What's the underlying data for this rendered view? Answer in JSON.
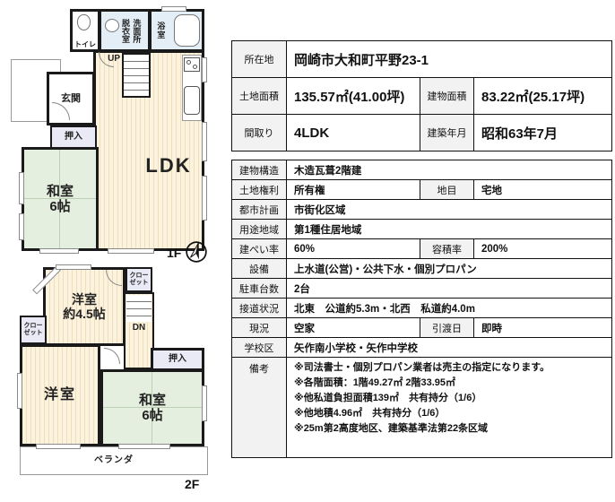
{
  "colors": {
    "wall": "#1a1a1a",
    "wood_floor": "#fbf3de",
    "wood_stripe": "#efddbb",
    "tatami_green": "#e5efdf",
    "wet_area_blue": "#e4eef6",
    "closet_lavender": "#eaeaf6",
    "table_header_bg": "#f2f2f2"
  },
  "floorplan": {
    "floor1": {
      "floor_label": "1F",
      "toilet": "トイレ",
      "dressing_room": "脱衣室",
      "washroom": "洗面所",
      "bathroom": "浴室",
      "stairs": "UP",
      "entrance": "玄関",
      "closet": "押入",
      "japanese_room_name": "和室",
      "japanese_room_size": "6帖",
      "ldk": "LDK"
    },
    "floor2": {
      "floor_label": "2F",
      "western_room_small_name": "洋室",
      "western_room_small_size": "約4.5帖",
      "closet_top": "クローゼット",
      "closet_left": "クローゼット",
      "stairs": "DN",
      "closet_oshiire": "押入",
      "western_room": "洋室",
      "japanese_room_name": "和室",
      "japanese_room_size": "6帖",
      "veranda": "ベランダ"
    }
  },
  "tables": {
    "summary": {
      "row1": {
        "label": "所在地",
        "value": "岡崎市大和町平野23-1"
      },
      "row2": {
        "label": "土地面積",
        "value": "135.57㎡(41.00坪)",
        "label2": "建物面積",
        "value2": "83.22㎡(25.17坪)"
      },
      "row3": {
        "label": "間取り",
        "value": "4LDK",
        "label2": "建築年月",
        "value2": "昭和63年7月"
      }
    },
    "details": {
      "structure": {
        "label": "建物構造",
        "value": "木造瓦葺2階建"
      },
      "land_rights": {
        "label": "土地権利",
        "value": "所有権",
        "label2": "地目",
        "value2": "宅地"
      },
      "city_planning": {
        "label": "都市計画",
        "value": "市街化区域"
      },
      "zoning": {
        "label": "用途地域",
        "value": "第1種住居地域"
      },
      "coverage": {
        "label": "建ぺい率",
        "value": "60%",
        "label2": "容積率",
        "value2": "200%"
      },
      "facilities": {
        "label": "設備",
        "value": "上水道(公営)・公共下水・個別プロパン"
      },
      "parking": {
        "label": "駐車台数",
        "value": "2台"
      },
      "road": {
        "label": "接道状況",
        "value": "北東　公道約5.3m・北西　私道約4.0m"
      },
      "status": {
        "label": "現況",
        "value": "空家",
        "label2": "引渡日",
        "value2": "即時"
      },
      "school": {
        "label": "学校区",
        "value": "矢作南小学校・矢作中学校"
      },
      "remarks": {
        "label": "備考",
        "lines": [
          "※司法書士・個別プロパン業者は売主の指定になります。",
          "※各階面積：1階49.27㎡ 2階33.95㎡",
          "※他私道負担面積139㎡　共有持分（1/6）",
          "※他地積4.96㎡　共有持分（1/6）",
          "※25m第2高度地区、建築基準法第22条区域"
        ]
      }
    }
  }
}
